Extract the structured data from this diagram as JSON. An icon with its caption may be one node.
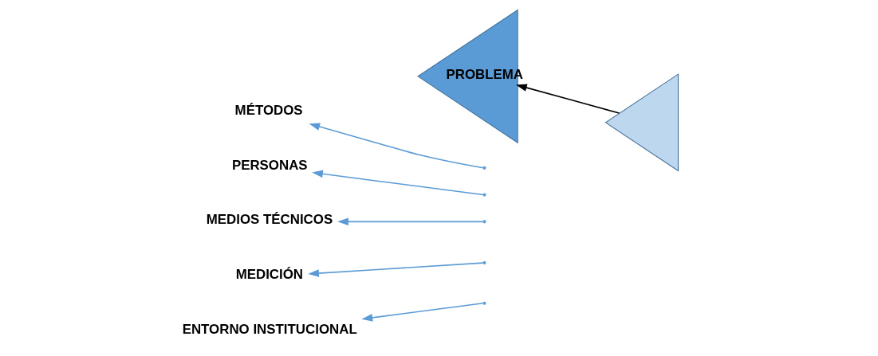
{
  "diagram": {
    "nodes": [
      {
        "text": [
          "MÉTODOS"
        ]
      },
      {
        "text": [
          "PERSONAS"
        ]
      },
      {
        "text": [
          "MEDIOS TÉCNICOS"
        ]
      },
      {
        "text": [
          "PROBLEMA"
        ]
      },
      {
        "text": [],
        "shape": "triangle"
      },
      {
        "text": [
          "MEDICIÓN"
        ]
      },
      {
        "text": [
          "ENTORNO INSTITUCIONAL"
        ]
      }
    ],
    "edges": [
      {
        "from": 4,
        "to": 3,
        "arrow": "to",
        "color": "#000000"
      },
      {
        "from": null,
        "to": 0,
        "arrow": "to"
      },
      {
        "from": null,
        "to": 1,
        "arrow": "to"
      },
      {
        "from": null,
        "to": 2,
        "arrow": "to"
      },
      {
        "from": null,
        "to": 5,
        "arrow": "to"
      },
      {
        "from": null,
        "to": 6,
        "arrow": "to"
      }
    ]
  }
}
